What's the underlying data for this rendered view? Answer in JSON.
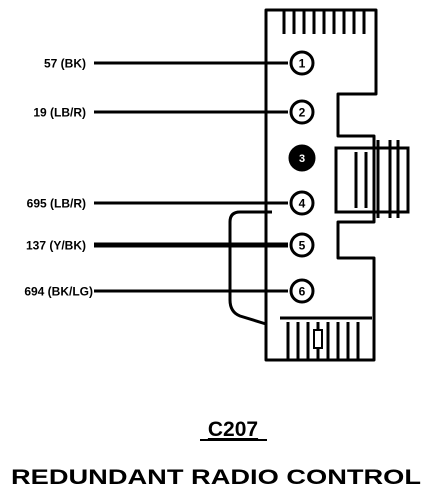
{
  "connector": {
    "id": "C207",
    "description": "REDUNDANT RADIO CONTROL"
  },
  "pins": [
    {
      "number": "1",
      "circuit": "57 (BK)"
    },
    {
      "number": "2",
      "circuit": "19 (LB/R)"
    },
    {
      "number": "3",
      "circuit": ""
    },
    {
      "number": "4",
      "circuit": "695 (LB/R)"
    },
    {
      "number": "5",
      "circuit": "137 (Y/BK)"
    },
    {
      "number": "6",
      "circuit": "694 (BK/LG)"
    }
  ],
  "colors": {
    "ink": "#000000",
    "paper": "#ffffff"
  }
}
